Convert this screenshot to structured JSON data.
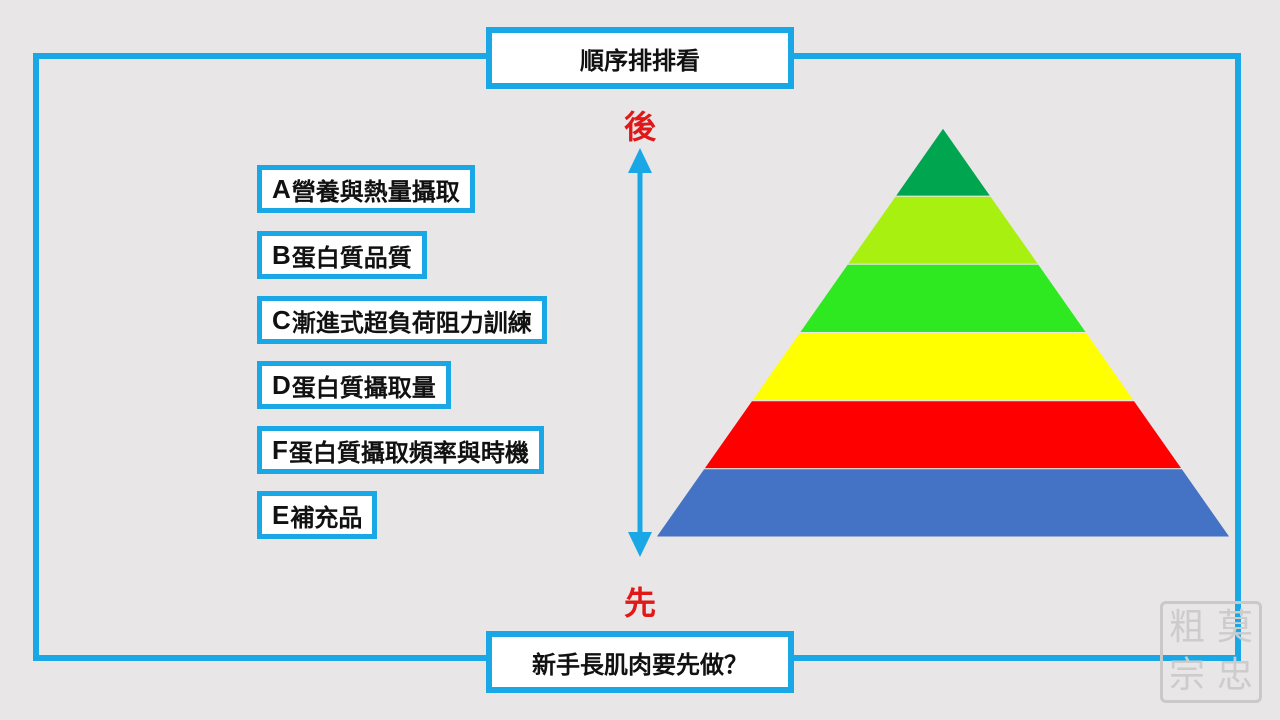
{
  "title": "順序排排看",
  "bottom_question": "新手長肌肉要先做？",
  "axis": {
    "top_label": "後",
    "bottom_label": "先",
    "color": "#1aa7e6",
    "label_color": "#e01818"
  },
  "items": [
    {
      "letter": "A",
      "text": "營養與熱量攝取"
    },
    {
      "letter": "B",
      "text": "蛋白質品質"
    },
    {
      "letter": "C",
      "text": "漸進式超負荷阻力訓練"
    },
    {
      "letter": "D",
      "text": "蛋白質攝取量"
    },
    {
      "letter": "F",
      "text": "蛋白質攝取頻率與時機"
    },
    {
      "letter": "E",
      "text": "補充品"
    }
  ],
  "pyramid": {
    "levels_top_to_bottom": [
      "#00a550",
      "#a8f00f",
      "#2ee820",
      "#ffff00",
      "#ff0000",
      "#4472c4"
    ]
  },
  "watermark": {
    "chars": [
      "粗",
      "莫",
      "宗",
      "忠"
    ]
  },
  "colors": {
    "accent": "#1aa7e6",
    "background": "#e8e6e6"
  }
}
